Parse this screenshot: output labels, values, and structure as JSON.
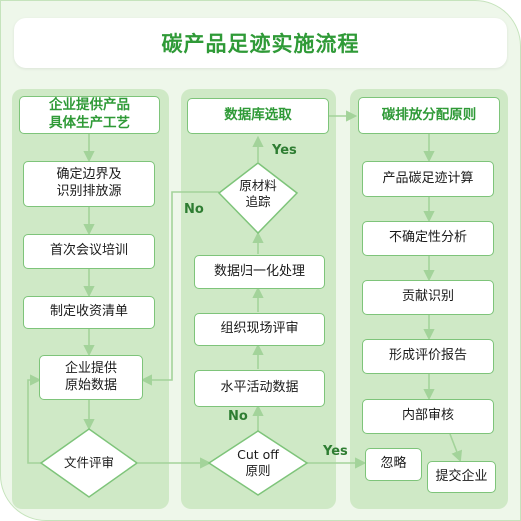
{
  "title": "碳产品足迹实施流程",
  "colors": {
    "accent": "#2f9a37",
    "panel": "#cfe9c6",
    "background": "#eef7ea",
    "arrow": "#a3d39a"
  },
  "left_column": {
    "header": "企业提供产品\n具体生产工艺",
    "steps": [
      "确定边界及\n识别排放源",
      "首次会议培训",
      "制定收资清单",
      "企业提供\n原始数据"
    ],
    "decision": "文件评审"
  },
  "middle_column": {
    "header": "数据库选取",
    "decision_top": "原材料\n追踪",
    "steps": [
      "数据归一化处理",
      "组织现场评审",
      "水平活动数据"
    ],
    "decision_bottom": "Cut off\n原则"
  },
  "right_column": {
    "header": "碳排放分配原则",
    "steps": [
      "产品碳足迹计算",
      "不确定性分析",
      "贡献识别",
      "形成评价报告",
      "内部审核"
    ],
    "ignore": "忽略",
    "submit": "提交企业"
  },
  "branch_labels": {
    "yes_top": "Yes",
    "no_left": "No",
    "no_bottom": "No",
    "yes_right": "Yes"
  }
}
